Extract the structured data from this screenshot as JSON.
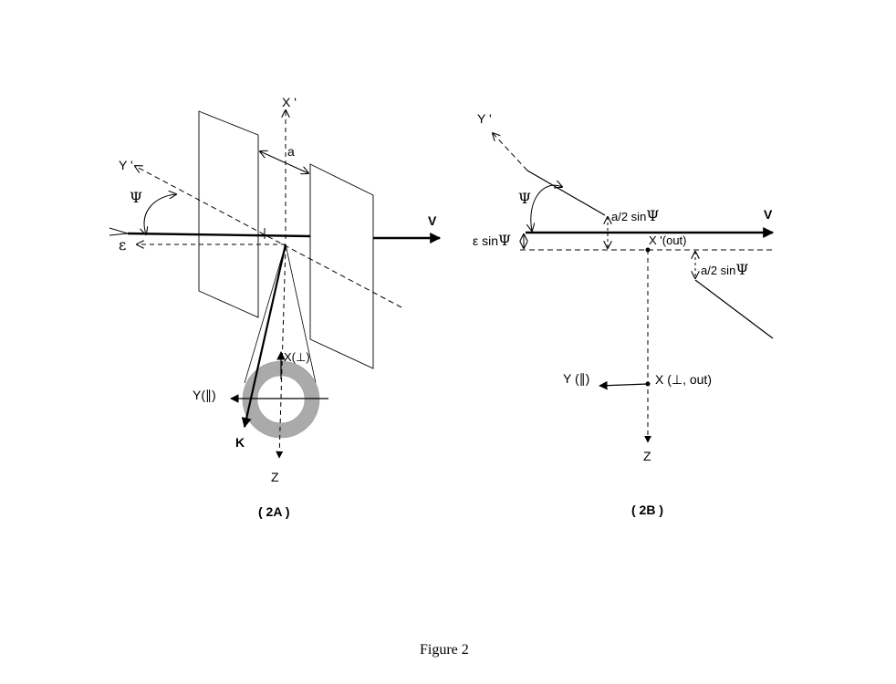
{
  "figure_caption": "Figure 2",
  "panel_a": {
    "caption": "( 2A )",
    "labels": {
      "x_prime": "X '",
      "a": "a",
      "y_prime": "Y '",
      "psi": "Ψ",
      "epsilon": "ε",
      "v": "V",
      "x_perp": "X(⊥)",
      "y_par": "Y(∥)",
      "k": "K",
      "z": "Z"
    }
  },
  "panel_b": {
    "caption": "( 2B )",
    "labels": {
      "y_prime": "Y '",
      "psi": "Ψ",
      "a2_top": "a/2 sin",
      "a2_top_psi": "Ψ",
      "v": "V",
      "eps_sin": "ε sin",
      "eps_sin_psi": "Ψ",
      "x_out": "X '(out)",
      "a2_bottom": "a/2 sin",
      "a2_bottom_psi": "Ψ",
      "y_par": "Y (∥)",
      "x_perp_out": "X (⊥, out)",
      "z": "Z"
    }
  }
}
